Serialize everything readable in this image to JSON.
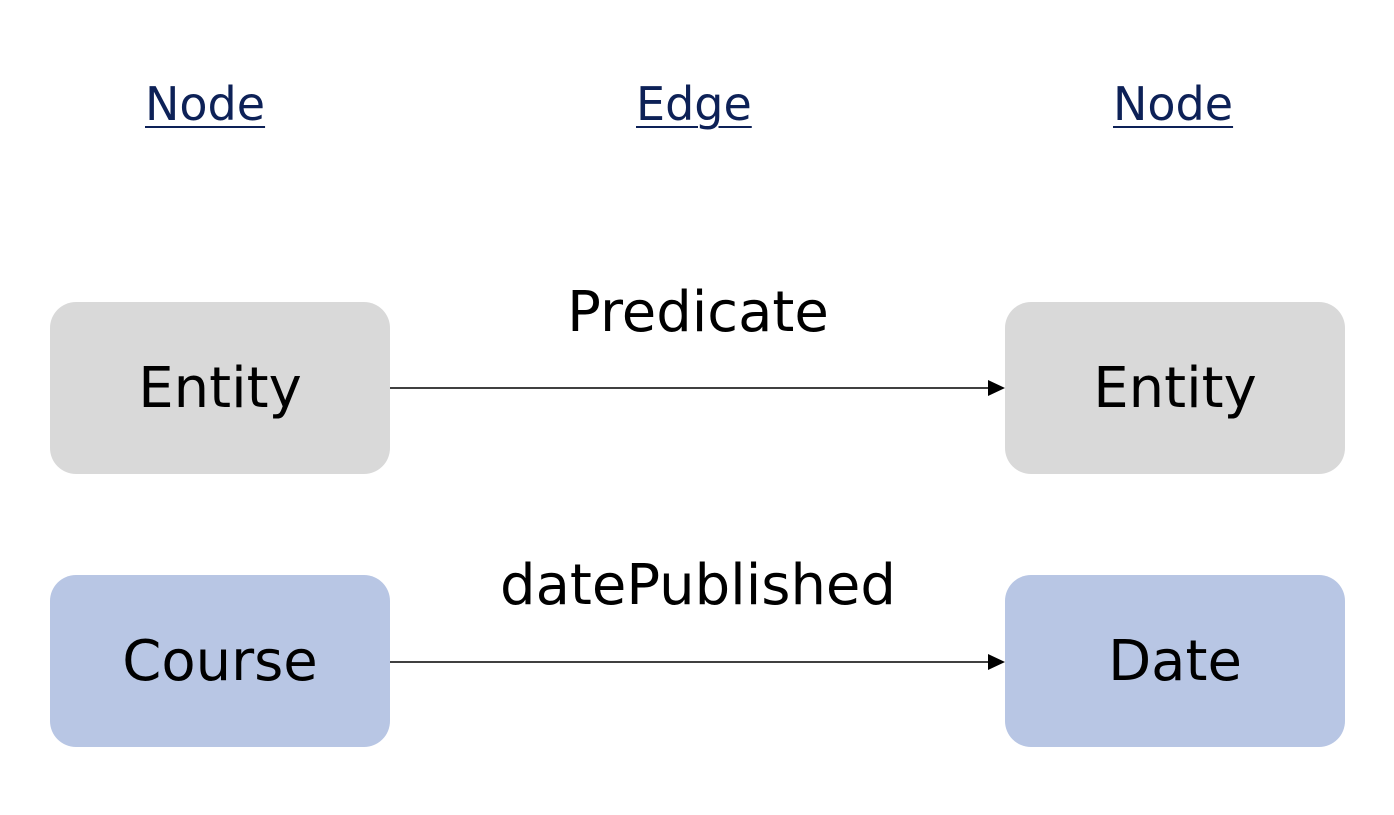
{
  "headers": {
    "left": "Node",
    "middle": "Edge",
    "right": "Node"
  },
  "rows": [
    {
      "subject": "Entity",
      "predicate": "Predicate",
      "object": "Entity",
      "node_color": "#d9d9d9"
    },
    {
      "subject": "Course",
      "predicate": "datePublished",
      "object": "Date",
      "node_color": "#b8c6e4"
    }
  ],
  "colors": {
    "header_text": "#0d2157",
    "edge_line": "#000000"
  }
}
